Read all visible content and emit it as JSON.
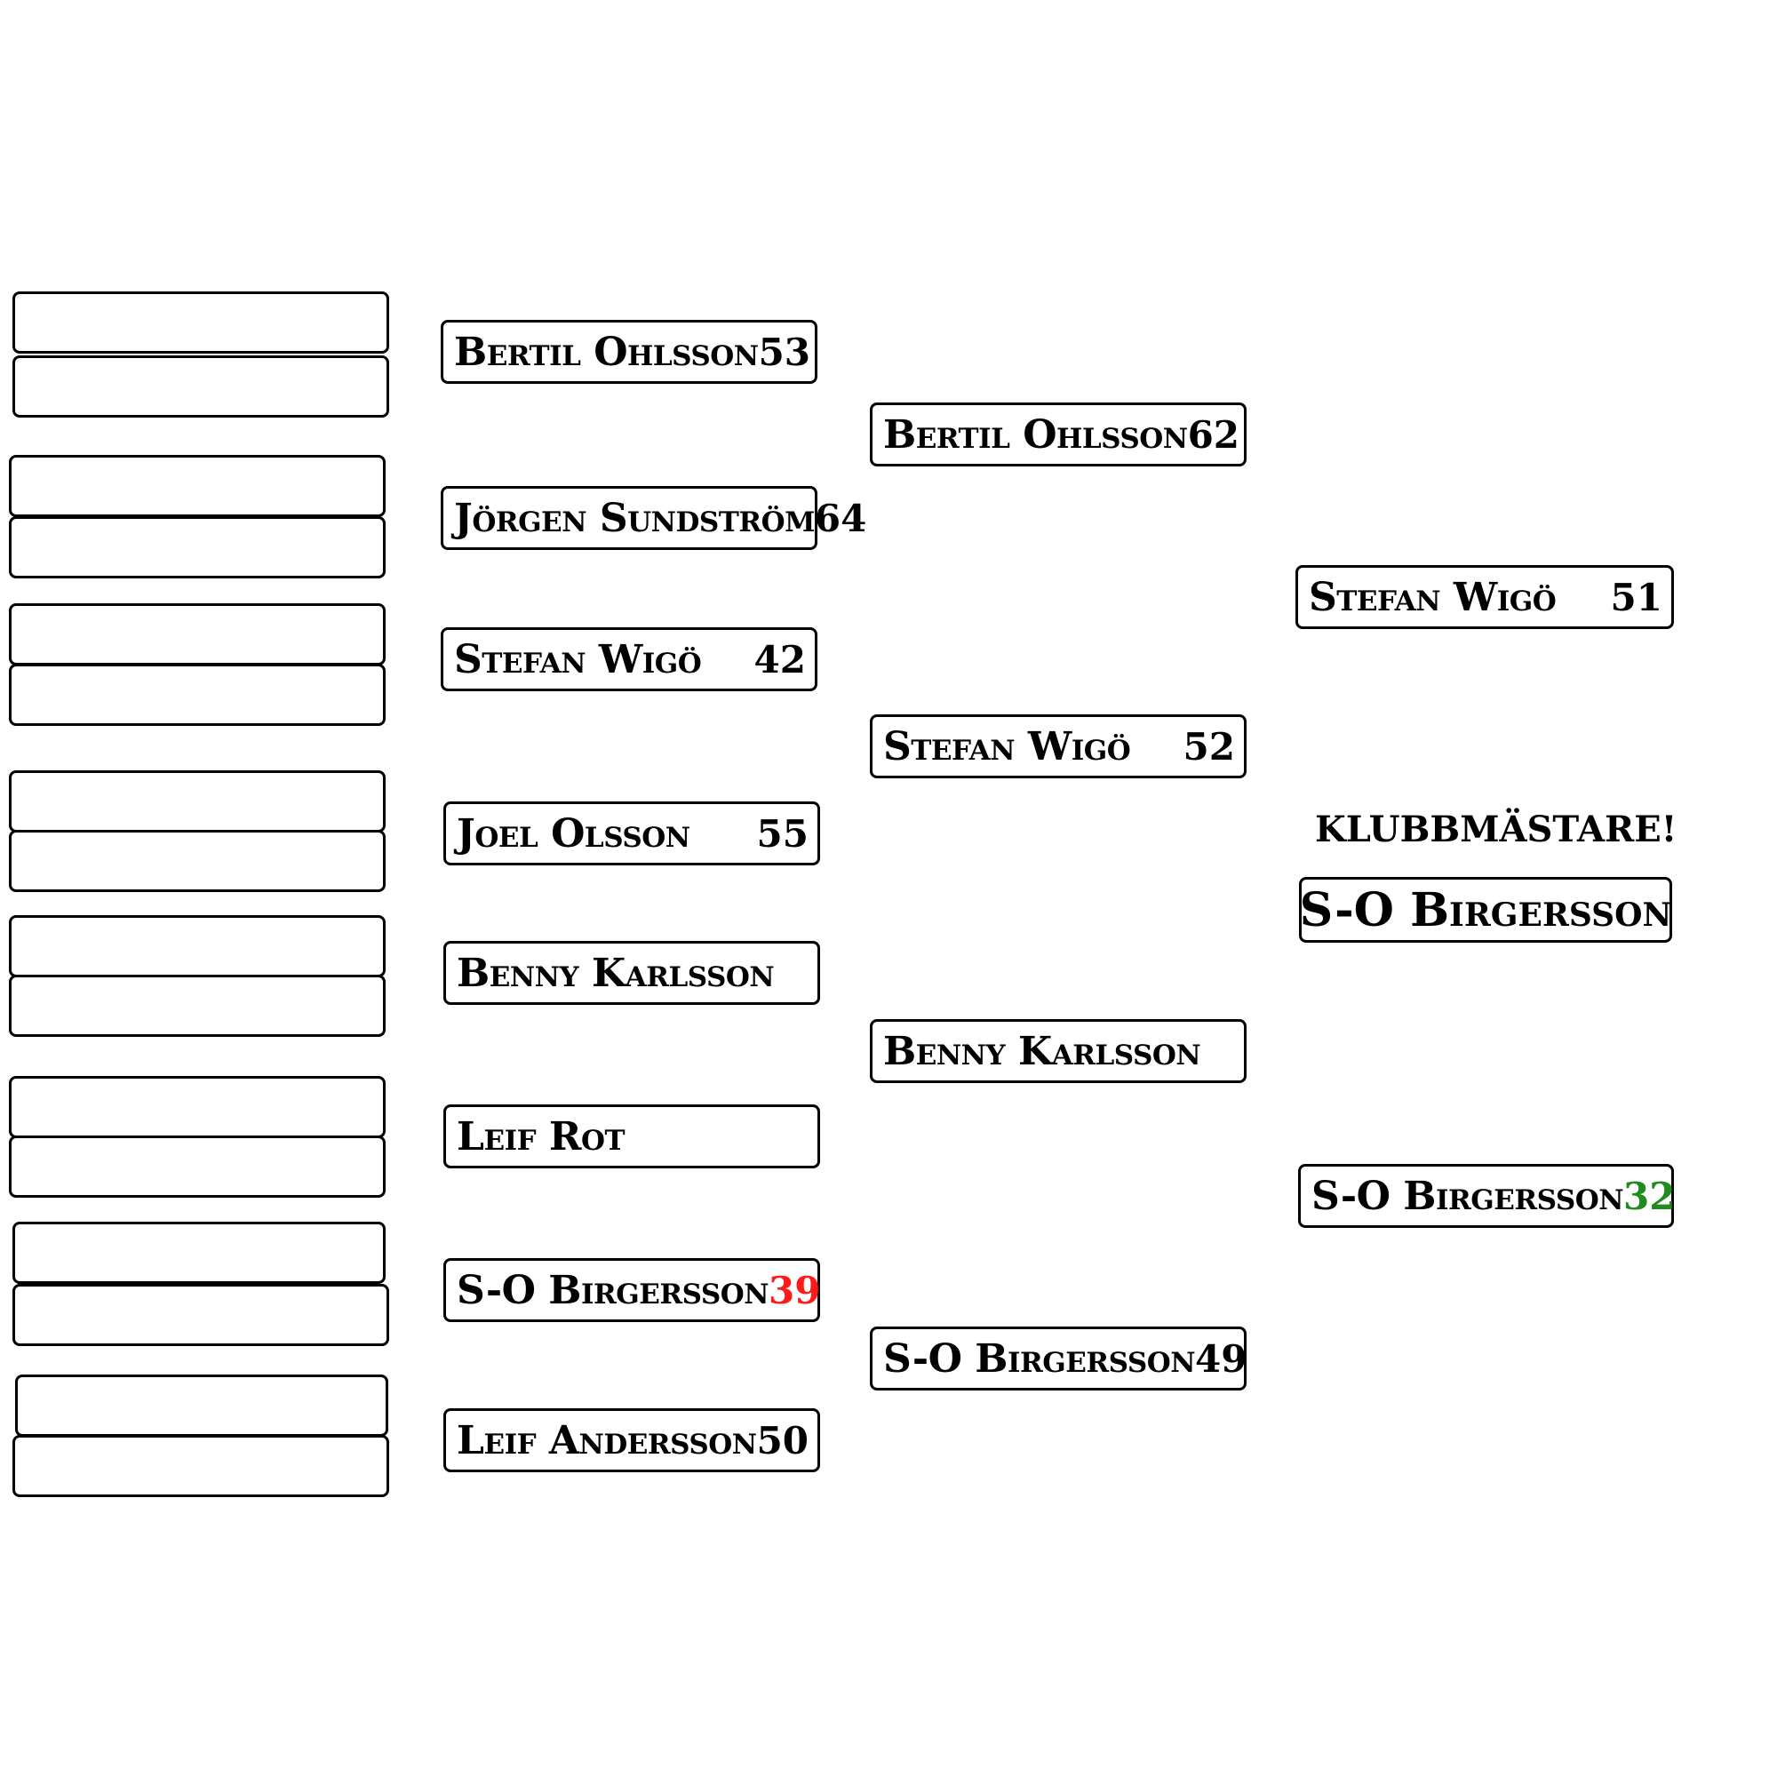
{
  "first_round": {
    "slots": [
      "",
      "",
      "",
      "",
      "",
      "",
      "",
      "",
      "",
      "",
      "",
      "",
      "",
      "",
      "",
      ""
    ]
  },
  "round_of_8": [
    {
      "name": "Bertil Ohlsson",
      "score": "53"
    },
    {
      "name": "Jörgen Sundström",
      "score": "64"
    },
    {
      "name": "Stefan Wigö",
      "score": "42"
    },
    {
      "name": "Joel Olsson",
      "score": "55"
    },
    {
      "name": "Benny Karlsson",
      "score": ""
    },
    {
      "name": "Leif Rot",
      "score": ""
    },
    {
      "name": "S-O Birgersson",
      "score": "39"
    },
    {
      "name": "Leif Andersson",
      "score": "50"
    }
  ],
  "semifinals": [
    {
      "name": "Bertil Ohlsson",
      "score": "62"
    },
    {
      "name": "Stefan Wigö",
      "score": "52"
    },
    {
      "name": "Benny Karlsson",
      "score": ""
    },
    {
      "name": "S-O Birgersson",
      "score": "49"
    }
  ],
  "final": [
    {
      "name": "Stefan Wigö",
      "score": "51"
    },
    {
      "name": "S-O Birgersson",
      "score": "32"
    }
  ],
  "champion": {
    "label": "KLUBBMÄSTARE!",
    "name": "S-O Birgersson"
  },
  "colors": {
    "score_default": "#000000",
    "score_red": "#ff1a1a",
    "score_green": "#1e8c1e"
  }
}
